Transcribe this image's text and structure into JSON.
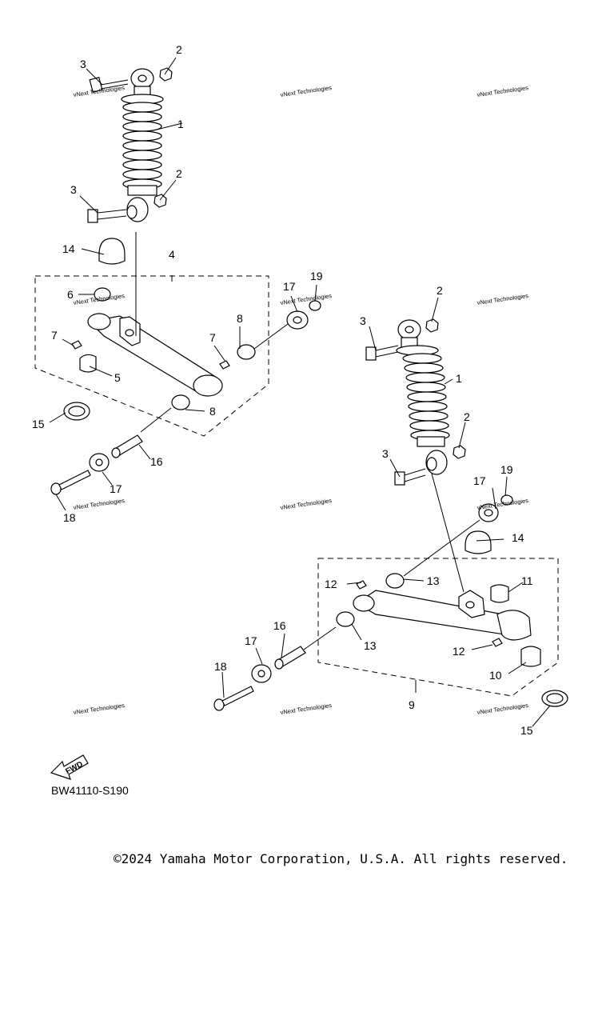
{
  "callouts_left": [
    "1",
    "2",
    "2",
    "3",
    "3",
    "4",
    "5",
    "6",
    "7",
    "7",
    "8",
    "8",
    "14",
    "15",
    "16",
    "17",
    "17",
    "18",
    "19"
  ],
  "callouts_right": [
    "1",
    "2",
    "2",
    "3",
    "3",
    "9",
    "10",
    "11",
    "12",
    "12",
    "13",
    "13",
    "14",
    "15",
    "16",
    "17",
    "17",
    "18",
    "19"
  ],
  "watermark": "vNext Technologies",
  "fwd_label": "FWD",
  "diagram_code": "BW41110-S190",
  "copyright": "©2024 Yamaha Motor Corporation, U.S.A. All rights reserved."
}
